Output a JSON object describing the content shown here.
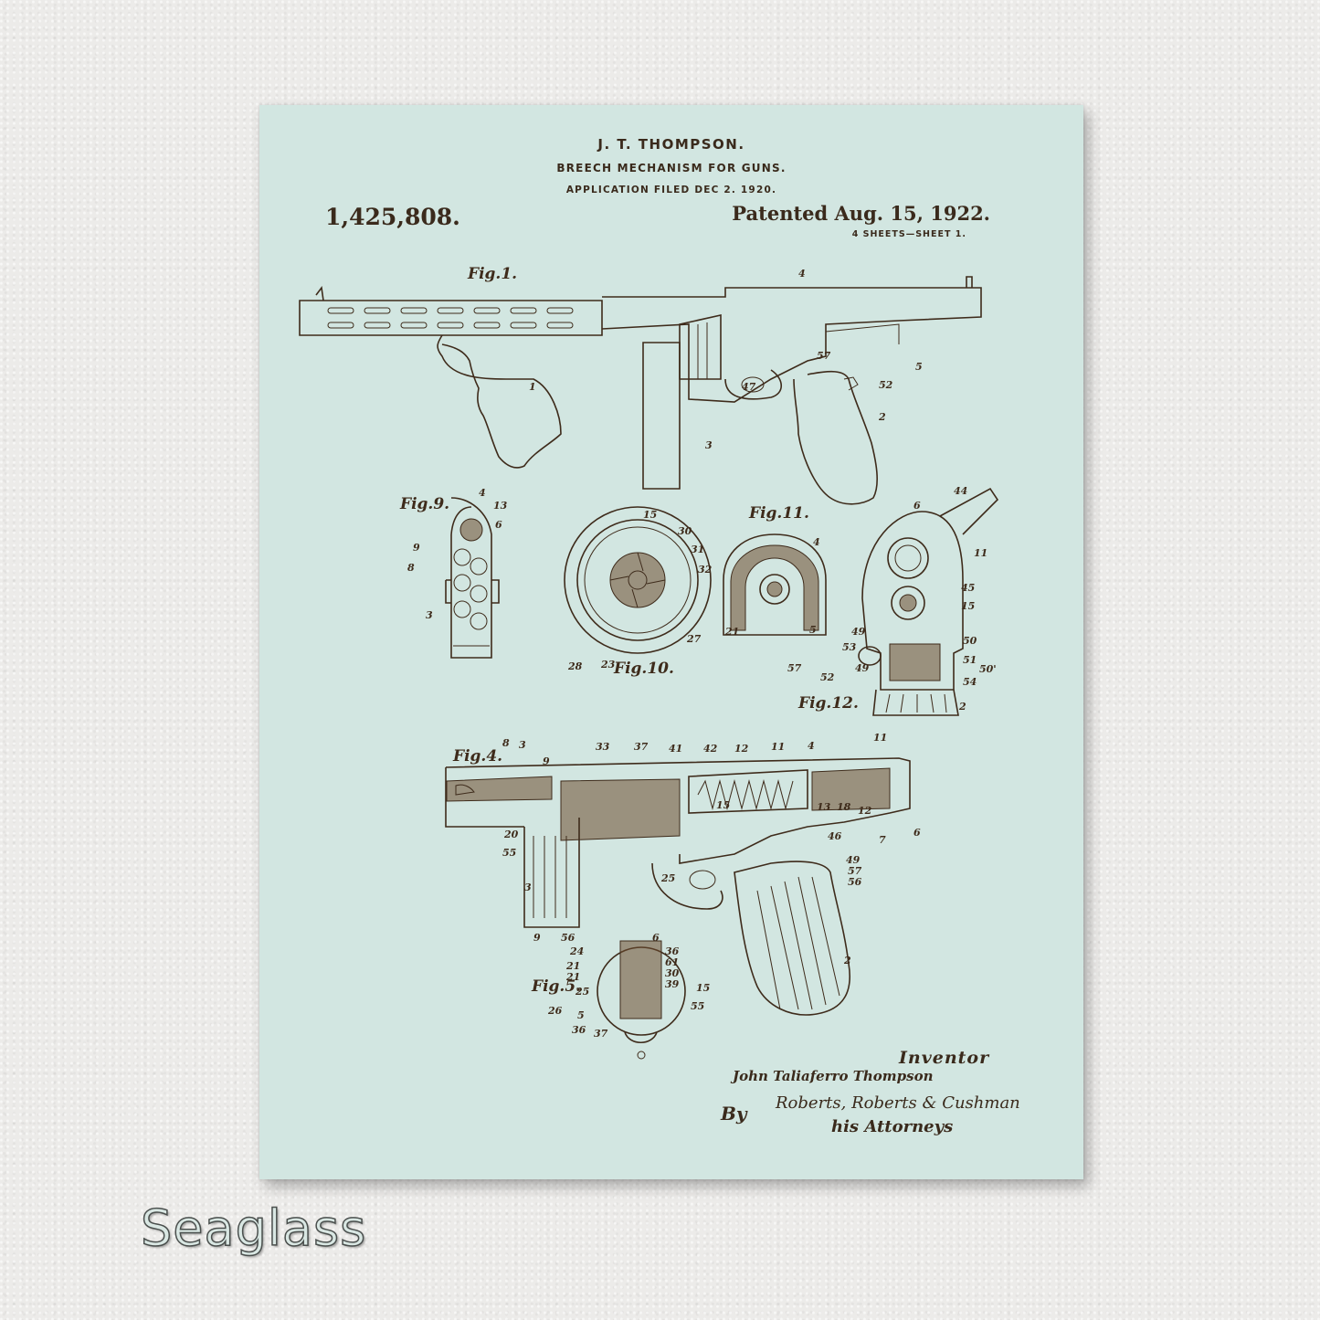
{
  "poster": {
    "inventor_header": "J. T. THOMPSON.",
    "title": "BREECH MECHANISM FOR GUNS.",
    "filed": "APPLICATION FILED DEC 2. 1920.",
    "patent_number": "1,425,808.",
    "patented": "Patented Aug. 15, 1922.",
    "sheets": "4 SHEETS—SHEET 1.",
    "figures": {
      "fig1": "Fig.1.",
      "fig9": "Fig.9.",
      "fig10": "Fig.10.",
      "fig11": "Fig.11.",
      "fig12": "Fig.12.",
      "fig4": "Fig.4.",
      "fig5": "Fig.5."
    },
    "inventor_label": "Inventor",
    "inventor_name": "John Taliaferro Thompson",
    "by": "By",
    "attorney_signature": "Roberts, Roberts & Cushman",
    "attorneys_label": "his Attorneys"
  },
  "caption": "Seaglass",
  "colors": {
    "poster_background": "#d2e6e1",
    "ink": "#3e2b1b",
    "wall": "#ecebe9"
  }
}
